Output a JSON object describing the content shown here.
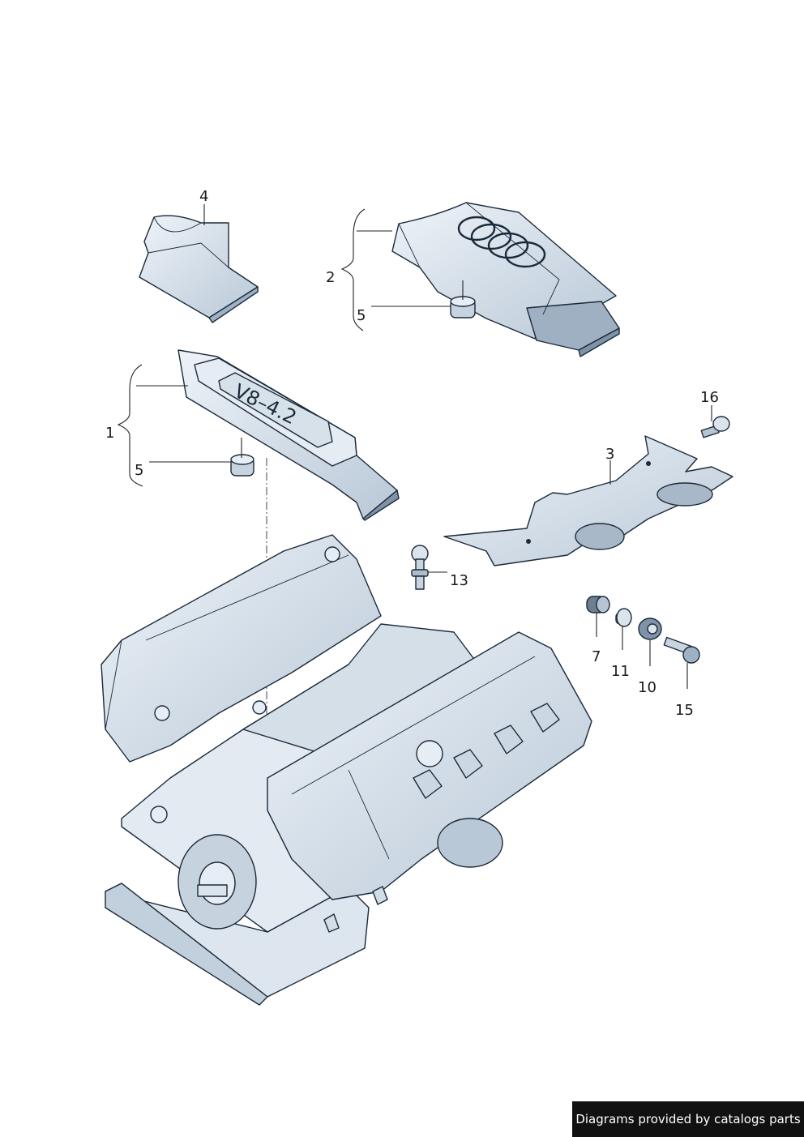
{
  "callouts": {
    "c1": "1",
    "c2": "2",
    "c3": "3",
    "c4": "4",
    "c5a": "5",
    "c5b": "5",
    "c7": "7",
    "c10": "10",
    "c11": "11",
    "c13": "13",
    "c15": "15",
    "c16": "16"
  },
  "cover_badge": "V8–4.2",
  "credit": "Diagrams provided by catalogs parts",
  "colors": {
    "part_fill": "#d6e0ea",
    "part_shadow": "#a9b9c9",
    "part_dark": "#7f93a8",
    "outline": "#1b2a3a"
  }
}
